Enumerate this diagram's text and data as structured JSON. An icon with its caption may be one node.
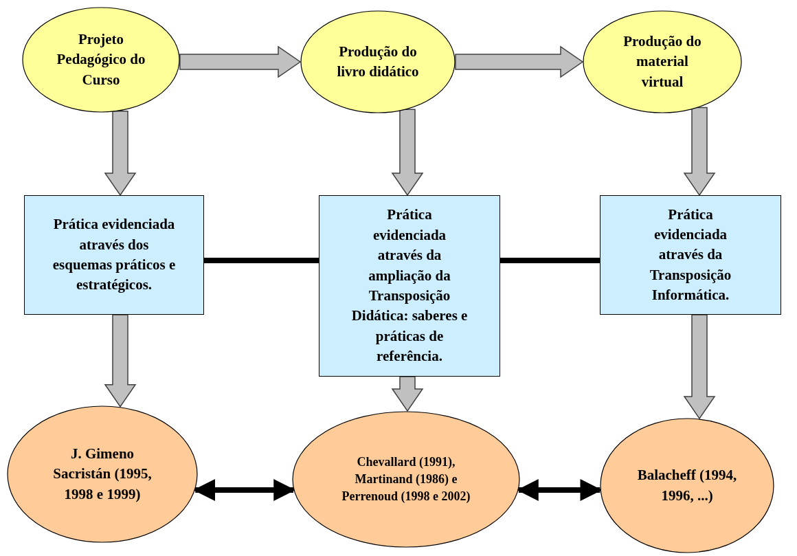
{
  "diagram": {
    "nodes": [
      {
        "text": [
          "Projeto Pedagógico do Curso"
        ]
      },
      {
        "text": [
          "Produção do livro didático"
        ]
      },
      {
        "text": [
          "Produção do material virtual"
        ]
      },
      {
        "text": [
          "Prática evidenciada através dos esquemas práticos e estratégicos."
        ]
      },
      {
        "text": [
          "Prática evidenciada através da ampliação da Transposição Didática: saberes e práticas de referência."
        ]
      },
      {
        "text": [
          "Prática evidenciada através da Transposição Informática."
        ]
      },
      {
        "text": [
          "J. Gimeno Sacristán (1995, 1998 e 1999)"
        ]
      },
      {
        "text": [
          "Chevallard (1991), Martinand (1986) e Perrenoud (1998 e 2002)"
        ]
      },
      {
        "text": [
          "Balacheff (1994, 1996, ...)"
        ]
      }
    ],
    "edges": [
      {
        "from": 0,
        "to": 1,
        "arrow": "to",
        "style": "thick"
      },
      {
        "from": 1,
        "to": 2,
        "arrow": "to",
        "style": "thick"
      },
      {
        "from": 0,
        "to": 3,
        "arrow": "to",
        "style": "thick"
      },
      {
        "from": 1,
        "to": 4,
        "arrow": "to",
        "style": "thick"
      },
      {
        "from": 2,
        "to": 5,
        "arrow": "to",
        "style": "thick"
      },
      {
        "from": 3,
        "to": 4,
        "arrow": "none",
        "color": "#000000"
      },
      {
        "from": 4,
        "to": 5,
        "arrow": "none",
        "color": "#000000"
      },
      {
        "from": 3,
        "to": 6,
        "arrow": "to",
        "style": "thick"
      },
      {
        "from": 4,
        "to": 7,
        "arrow": "to",
        "style": "thick"
      },
      {
        "from": 5,
        "to": 8,
        "arrow": "to",
        "style": "thick"
      },
      {
        "from": 6,
        "to": 7,
        "arrow": "both",
        "color": "#000000"
      },
      {
        "from": 7,
        "to": 8,
        "arrow": "both",
        "color": "#000000"
      }
    ]
  }
}
